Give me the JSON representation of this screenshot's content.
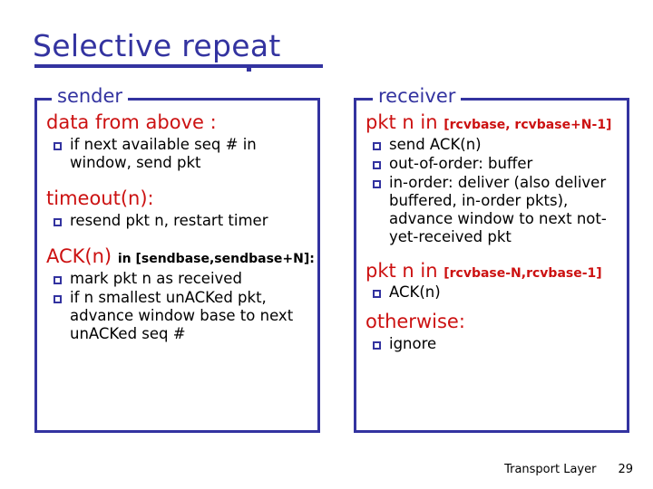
{
  "slide": {
    "title": "Selective repeat",
    "footer": {
      "chapter": "Transport Layer",
      "page_number": "29"
    }
  },
  "colors": {
    "title_blue": "#3333a0",
    "heading_red": "#cc1111",
    "border_blue": "#3333a0",
    "body_black": "#000000",
    "background": "#ffffff"
  },
  "sender": {
    "legend": "sender",
    "sections": [
      {
        "heading": "data from above :",
        "heading_tail": "",
        "heading_tail_color": "black",
        "bullets": [
          "if next available seq # in window, send pkt"
        ]
      },
      {
        "heading": "timeout(n):",
        "heading_tail": "",
        "heading_tail_color": "black",
        "bullets": [
          "resend pkt n, restart timer"
        ]
      },
      {
        "heading": "ACK(n)",
        "heading_tail": "in [sendbase,sendbase+N]:",
        "heading_tail_color": "black",
        "bullets": [
          "mark pkt n as received",
          "if n smallest unACKed pkt, advance window base to next unACKed seq #"
        ]
      }
    ]
  },
  "receiver": {
    "legend": "receiver",
    "sections": [
      {
        "heading": "pkt n in",
        "heading_tail": "[rcvbase, rcvbase+N-1]",
        "heading_tail_color": "red",
        "bullets": [
          "send ACK(n)",
          "out-of-order: buffer",
          "in-order: deliver (also deliver buffered, in-order pkts), advance window to next not-yet-received pkt"
        ]
      },
      {
        "heading": "pkt n in",
        "heading_tail": "[rcvbase-N,rcvbase-1]",
        "heading_tail_color": "red",
        "bullets": [
          "ACK(n)"
        ]
      },
      {
        "heading": "otherwise:",
        "heading_tail": "",
        "heading_tail_color": "black",
        "bullets": [
          "ignore"
        ]
      }
    ]
  }
}
